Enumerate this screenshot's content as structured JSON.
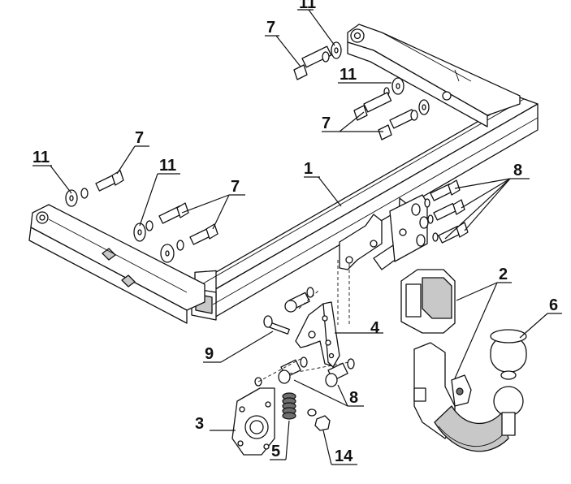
{
  "diagram": {
    "callouts": {
      "c1": "1",
      "c2": "2",
      "c3": "3",
      "c4": "4",
      "c5": "5",
      "c6": "6",
      "c7a": "7",
      "c7b": "7",
      "c7c": "7",
      "c7d": "7",
      "c8a": "8",
      "c8b": "8",
      "c9": "9",
      "c11a": "11",
      "c11b": "11",
      "c11c": "11",
      "c11d": "11",
      "c14": "14"
    },
    "colors": {
      "line": "#111111",
      "shade": "#c8c8c8",
      "dark": "#6e6e6e",
      "background": "#ffffff"
    }
  }
}
